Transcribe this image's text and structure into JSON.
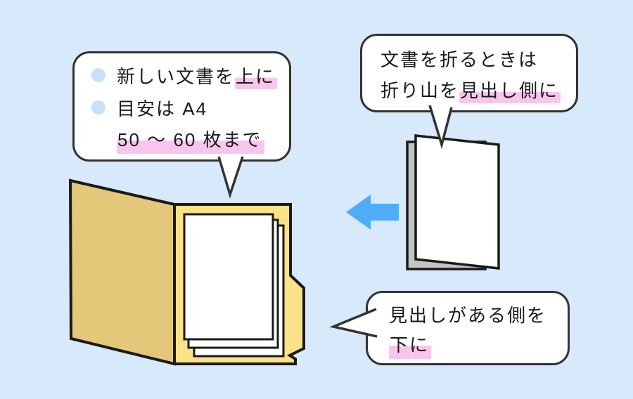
{
  "background": "#D7E9FB",
  "colors": {
    "bubble_fill": "#FFFFFF",
    "bubble_border": "#333333",
    "outline": "#1A1A1A",
    "highlight_pink": "#F8C6ED",
    "bullet_blue": "#C8E1F8",
    "folder_front_flap": "#E2C878",
    "folder_back_panel": "#FBE187",
    "paper": "#FFFFFF",
    "folded_document_back": "#C5C5C5",
    "arrow_blue": "#4FACF7"
  },
  "bubbles": {
    "top_left": {
      "line1_pre": "新しい文書を",
      "line1_highlight": "上に",
      "line2": "目安は A4",
      "line3_highlight": "50 〜 60 枚まで"
    },
    "top_right": {
      "line1": "文書を折るときは",
      "line2_pre": "折り山を",
      "line2_highlight": "見出し側に"
    },
    "bottom_right": {
      "line1": "見出しがある側を",
      "line2_highlight": "下に"
    }
  },
  "icons": {
    "bullet": "circle-bullet-icon",
    "arrow": "left-arrow-icon"
  }
}
